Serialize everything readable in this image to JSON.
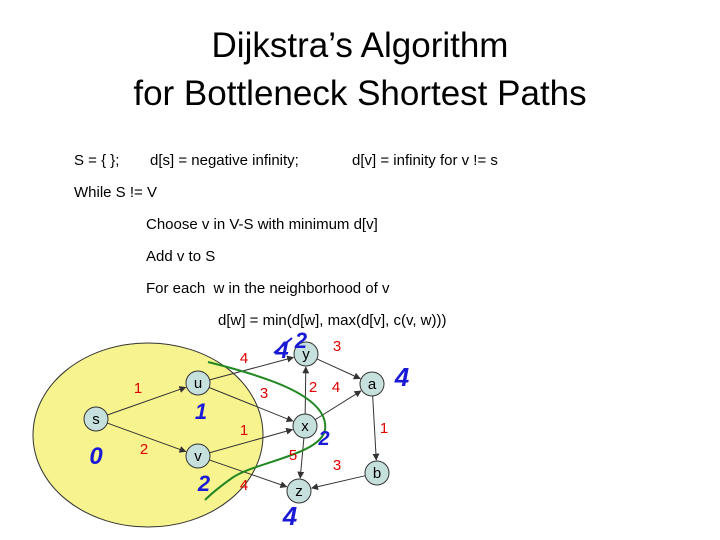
{
  "title": {
    "line1": "Dijkstra’s Algorithm",
    "line2": "for Bottleneck Shortest Paths"
  },
  "pseudocode": {
    "init_s": "S = { };",
    "init_ds": "d[s] = negative infinity;",
    "init_dv": "d[v] = infinity for v != s",
    "while": "While S != V",
    "choose": "Choose v in V-S with minimum d[v]",
    "add": "Add v to S",
    "for_each": "For each  w in the neighborhood of v",
    "update": "d[w] = min(d[w], max(d[v], c(v, w)))"
  },
  "graph": {
    "nodes": [
      {
        "id": "s",
        "label": "s"
      },
      {
        "id": "u",
        "label": "u"
      },
      {
        "id": "v",
        "label": "v"
      },
      {
        "id": "y",
        "label": "y"
      },
      {
        "id": "x",
        "label": "x"
      },
      {
        "id": "a",
        "label": "a"
      },
      {
        "id": "z",
        "label": "z"
      },
      {
        "id": "b",
        "label": "b"
      }
    ],
    "edges": [
      {
        "from": "s",
        "to": "u",
        "weight": "1"
      },
      {
        "from": "s",
        "to": "v",
        "weight": "2"
      },
      {
        "from": "u",
        "to": "y",
        "weight": "4"
      },
      {
        "from": "u",
        "to": "x",
        "weight": "3"
      },
      {
        "from": "v",
        "to": "x",
        "weight": "1"
      },
      {
        "from": "v",
        "to": "z",
        "weight": "4"
      },
      {
        "from": "x",
        "to": "y",
        "weight": "2"
      },
      {
        "from": "x",
        "to": "a",
        "weight": "4"
      },
      {
        "from": "x",
        "to": "z",
        "weight": "5"
      },
      {
        "from": "y",
        "to": "a",
        "weight": "3"
      },
      {
        "from": "a",
        "to": "b",
        "weight": "1"
      },
      {
        "from": "b",
        "to": "z",
        "weight": "3"
      }
    ]
  },
  "handwritten": {
    "s": "0",
    "u": "1",
    "v": "2",
    "y_old": "4",
    "y_new": "2",
    "x": "2",
    "a": "4",
    "z": "4"
  },
  "colors": {
    "set_fill": "#f7f38f",
    "set_stroke": "#333333",
    "node_fill": "#c6e0de",
    "node_stroke": "#333333",
    "edge_stroke": "#333333",
    "weight_text": "#e00000",
    "hand_ink": "#1a1ad6",
    "frontier": "#228822"
  }
}
